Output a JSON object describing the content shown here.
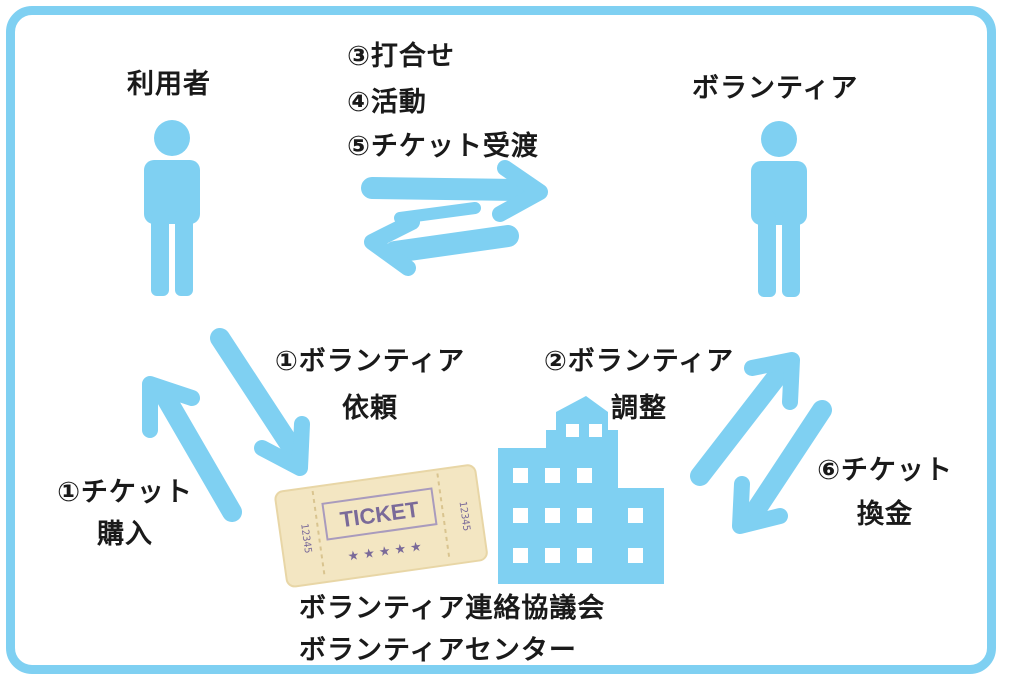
{
  "colors": {
    "accent": "#7fd0f2",
    "text": "#1a1a1a",
    "ticket": "#f3e6c2",
    "ticket_text": "#7a6a99"
  },
  "icons": {
    "user_person": "person-icon",
    "volunteer_person": "person-icon",
    "center_building": "building-icon",
    "ticket": "ticket-image"
  },
  "labels": {
    "user": "利用者",
    "volunteer": "ボランティア",
    "step3": "③打合せ",
    "step4": "④活動",
    "step5": "⑤チケット受渡",
    "step1_request_line1": "①ボランティア",
    "step1_request_line2": "依頼",
    "step2_coord_line1": "②ボランティア",
    "step2_coord_line2": "調整",
    "step1_buy_line1": "①チケット",
    "step1_buy_line2": "購入",
    "step6_line1": "⑥チケット",
    "step6_line2": "換金",
    "org_line1": "ボランティア連絡協議会",
    "org_line2": "ボランティアセンター"
  },
  "ticket": {
    "word": "TICKET",
    "serial": "12345",
    "stars": "★ ★ ★ ★ ★"
  }
}
